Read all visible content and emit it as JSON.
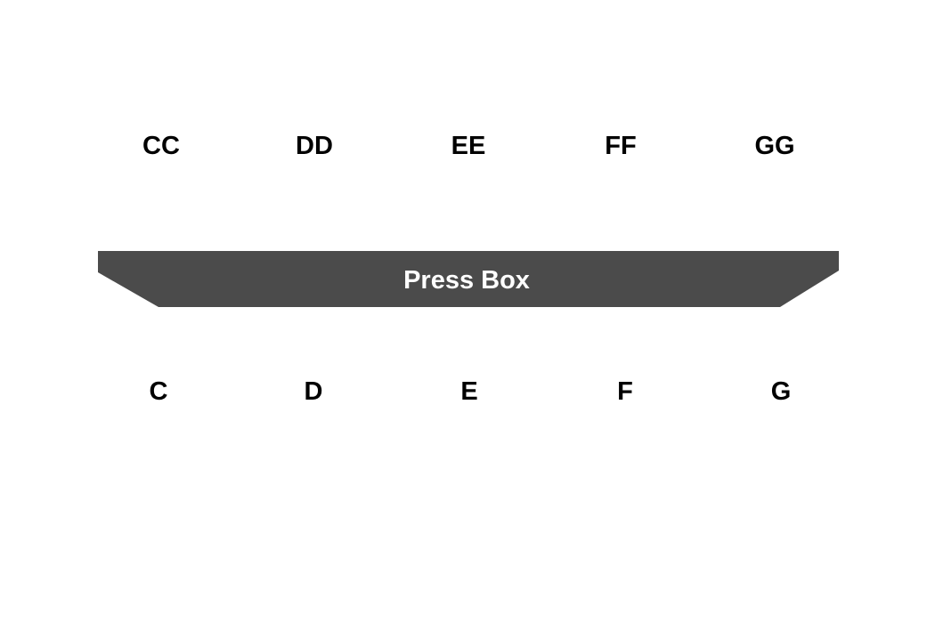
{
  "venue_map": {
    "upper_sections": [
      "CC",
      "DD",
      "EE",
      "FF",
      "GG"
    ],
    "lower_sections": [
      "C",
      "D",
      "E",
      "F",
      "G"
    ],
    "press_box": {
      "label": "Press Box",
      "fill_color": "#4b4b4b",
      "text_color": "#ffffff"
    },
    "section_text_color": "#000000",
    "background_color": "#ffffff"
  }
}
